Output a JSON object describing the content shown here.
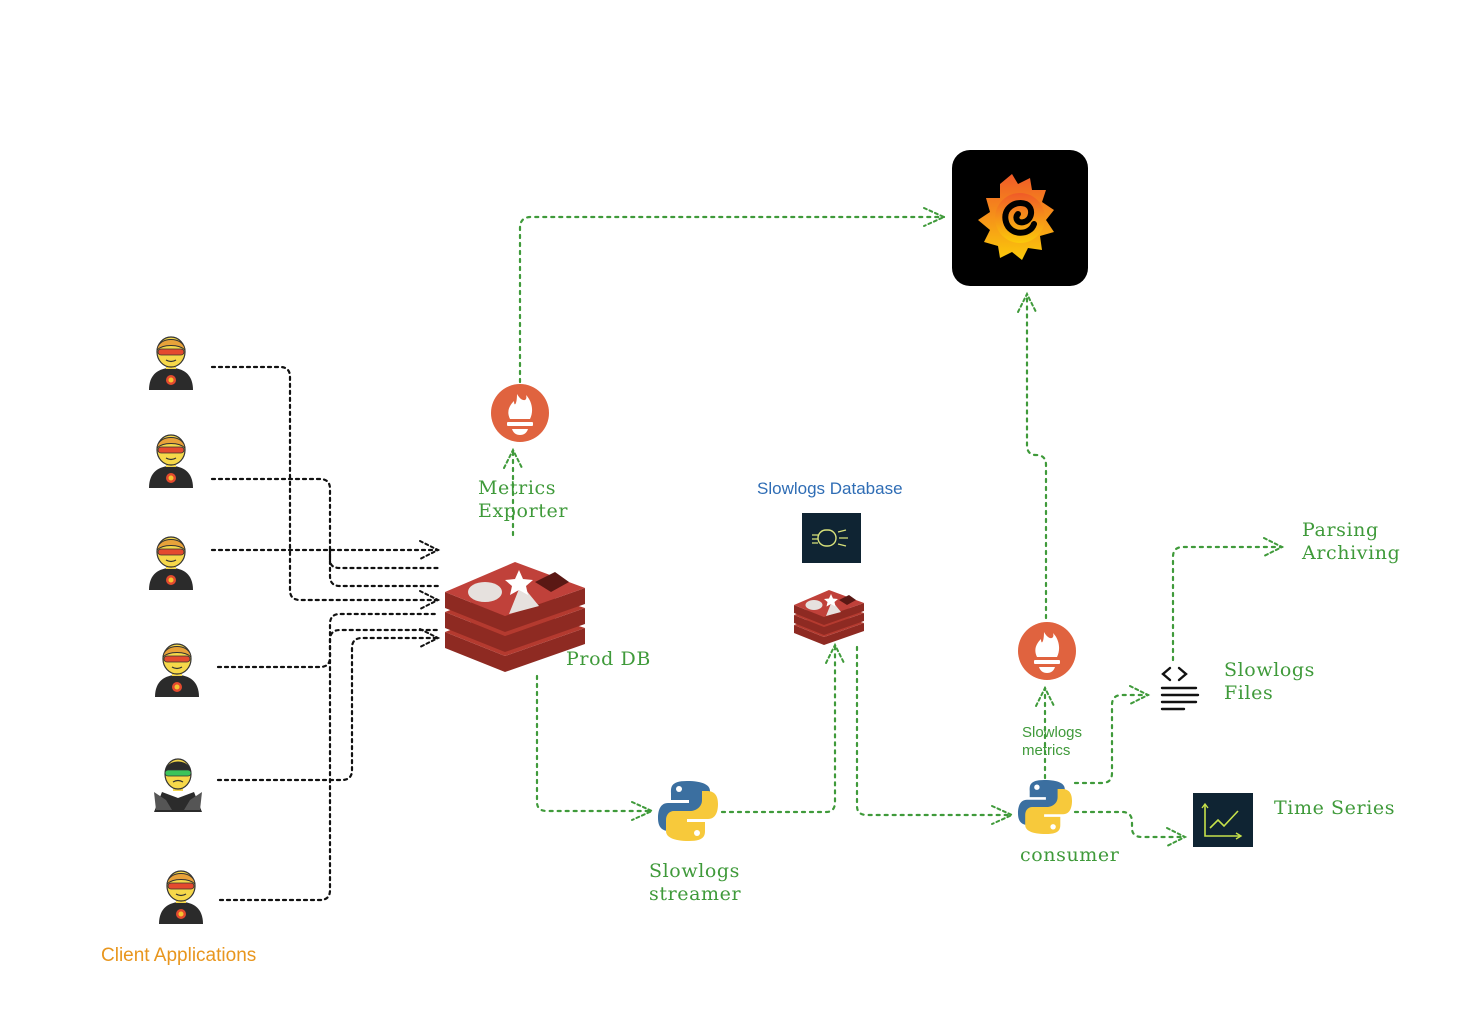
{
  "labels": {
    "client_apps": "Client Applications",
    "metrics_exporter": "Metrics\nExporter",
    "prod_db": "Prod DB",
    "slowlogs_database": "Slowlogs Database",
    "slowlogs_streamer": "Slowlogs\nstreamer",
    "slowlogs_metrics": "Slowlogs\nmetrics",
    "consumer": "consumer",
    "slowlogs_files": "Slowlogs\nFiles",
    "parsing_archiving": "Parsing\nArchiving",
    "time_series": "Time Series"
  },
  "colors": {
    "client_label": "#e8961e",
    "db_label": "#2f6db5",
    "green_flow": "#3f9a3a",
    "black_flow": "#111111",
    "redis_red": "#a8352b",
    "prometheus": "#e0633f",
    "grafana_bg": "#000000",
    "python_blue": "#3b6fa0",
    "python_yellow": "#f7c93b"
  },
  "icons": {
    "clients": [
      "superhero-icon",
      "superhero-icon",
      "superhero-icon",
      "superhero-icon",
      "supervillain-icon",
      "superhero-icon"
    ],
    "prod_db": "redis-icon",
    "slowlogs_db": "redis-icon",
    "db_badge": "database-badge-icon",
    "exporters": [
      "prometheus-icon",
      "prometheus-icon"
    ],
    "dashboard": "grafana-icon",
    "workers": [
      "python-icon",
      "python-icon"
    ],
    "files": "code-file-icon",
    "timeseries": "chart-trend-icon"
  }
}
